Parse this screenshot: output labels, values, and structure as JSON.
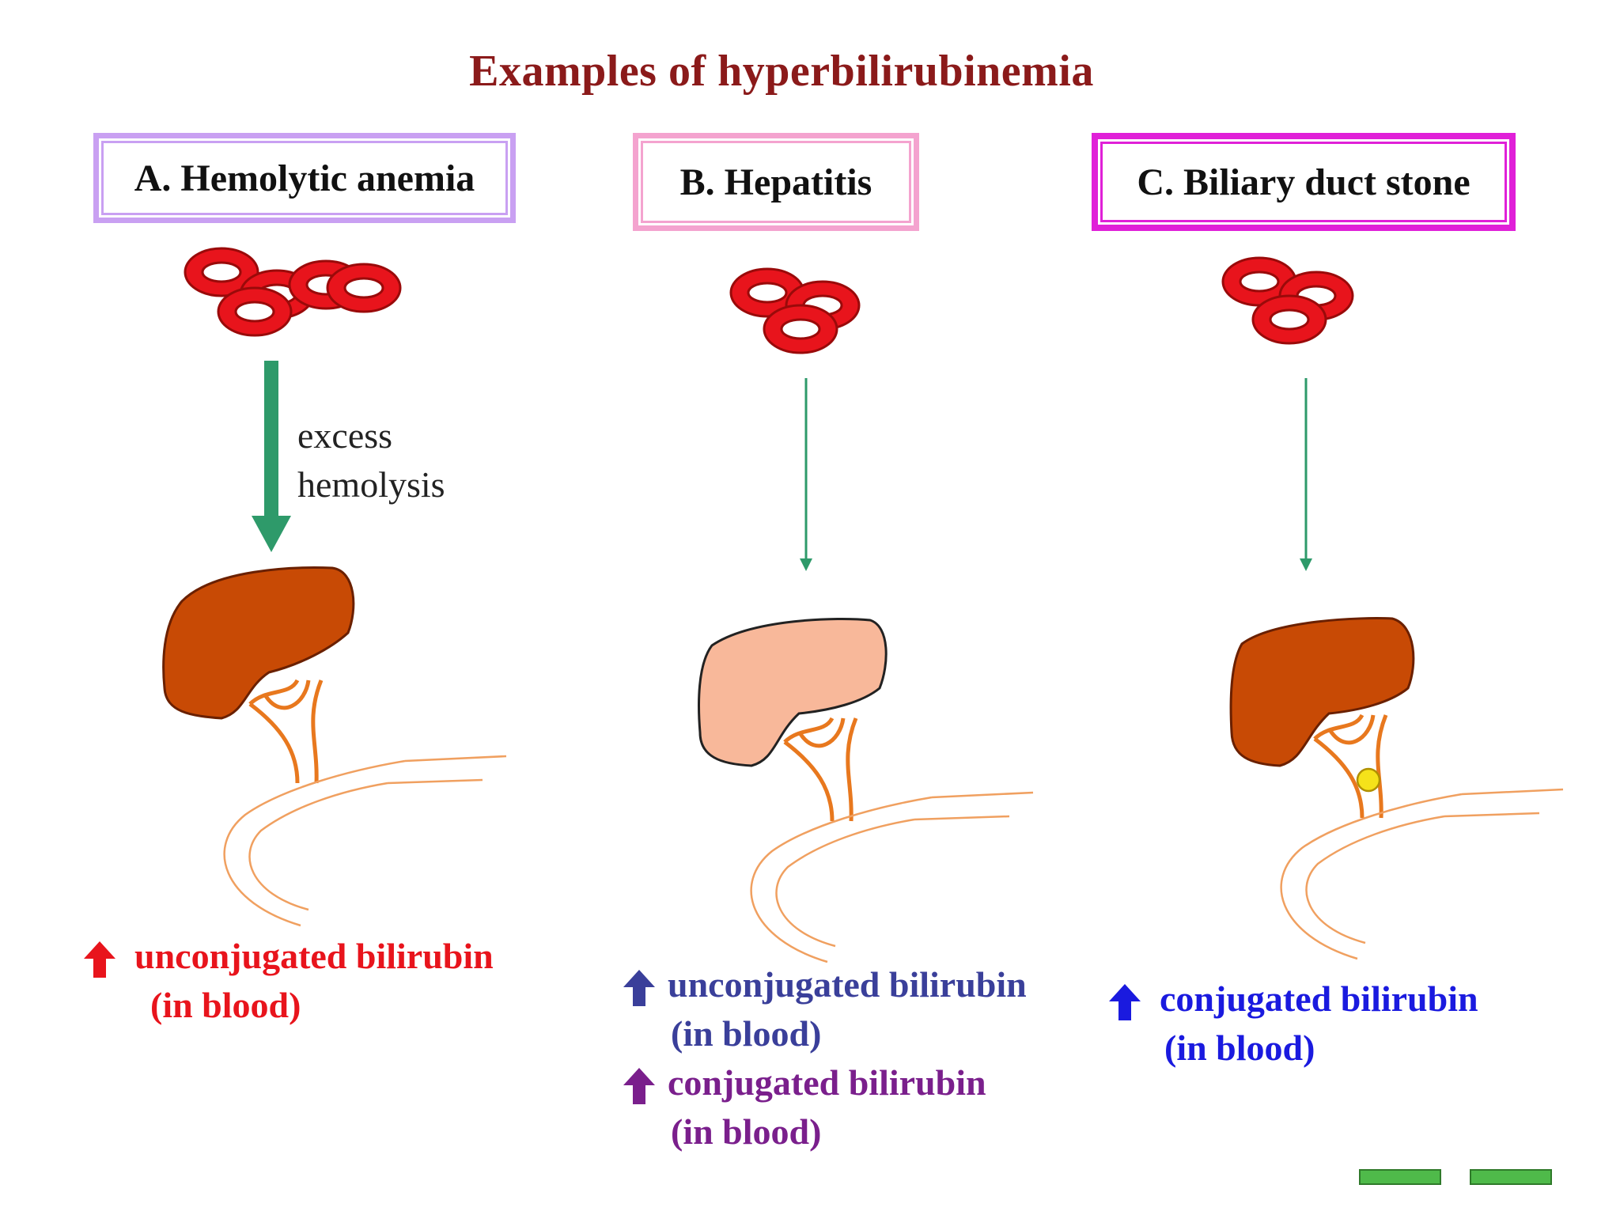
{
  "title": "Examples of hyperbilirubinemia",
  "panels": [
    {
      "label": "A. Hemolytic anemia",
      "arrow_label_line1": "excess",
      "arrow_label_line2": "hemolysis",
      "results": [
        {
          "line1": "unconjugated bilirubin",
          "line2": "(in blood)",
          "color": "#e8141c"
        }
      ]
    },
    {
      "label": "B. Hepatitis",
      "results": [
        {
          "line1": "unconjugated bilirubin",
          "line2": "(in blood)",
          "color": "#3a3f9a"
        },
        {
          "line1": "conjugated bilirubin",
          "line2": "(in blood)",
          "color": "#7a1f8c"
        }
      ]
    },
    {
      "label": "C. Biliary duct stone",
      "results": [
        {
          "line1": "conjugated bilirubin",
          "line2": "(in blood)",
          "color": "#1a1adf"
        }
      ]
    }
  ],
  "colors": {
    "title": "#8b1a1a",
    "rbc": "#e8141c",
    "liver_normal": "#c84a05",
    "liver_inflamed": "#f8b89a",
    "duct": "#e8781e",
    "arrow": "#2e9a6a",
    "stone": "#f5e21a"
  },
  "icons": [
    "up-arrow-icon",
    "red-blood-cell-icon",
    "liver-icon",
    "gallstone-icon",
    "prev-slide-icon",
    "next-slide-icon"
  ]
}
